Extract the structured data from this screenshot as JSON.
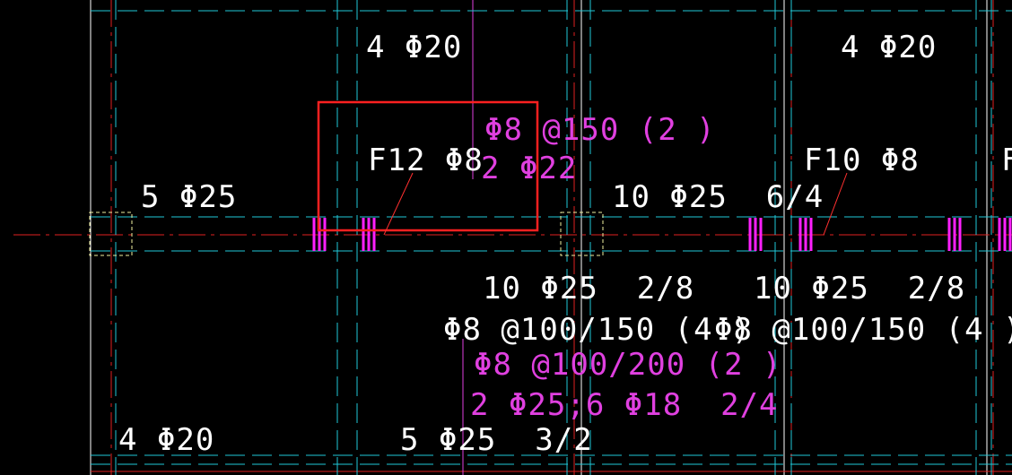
{
  "colors": {
    "background": "#000000",
    "text_white": "#ffffff",
    "text_magenta": "#e040e0",
    "column_cyan": "#20c8d8",
    "axis_red": "#e02020",
    "grid_white": "#ffffff",
    "highlight_red": "#ff2020",
    "support_yellow": "#f0f0a0",
    "stirrup_magenta": "#ff20ff"
  },
  "labels": {
    "top_rebar_left": "4 Φ20",
    "top_rebar_right": "4 Φ20",
    "stirrup_top_mid": "Φ8 @150 (2 )",
    "rebar_top_mid": "2 Φ22",
    "hanger_left": "F12 Φ8",
    "hanger_right": "F10 Φ8",
    "rebar_left_beam": "5 Φ25",
    "rebar_mid_top": "10 Φ25  6/4",
    "rebar_bottom_left": "10 Φ25  2/8",
    "rebar_bottom_right": "10 Φ25  2/8",
    "stirrup_left": "Φ8 @100/150 (4 )",
    "stirrup_right": "Φ8 @100/150 (4 )",
    "stirrup_lower": "Φ8 @100/200 (2 )",
    "rebar_lower": "2 Φ25;6 Φ18  2/4",
    "bottom_left": "4 Φ20",
    "bottom_mid": "5 Φ25  3/2",
    "edge_fragment": "F"
  }
}
